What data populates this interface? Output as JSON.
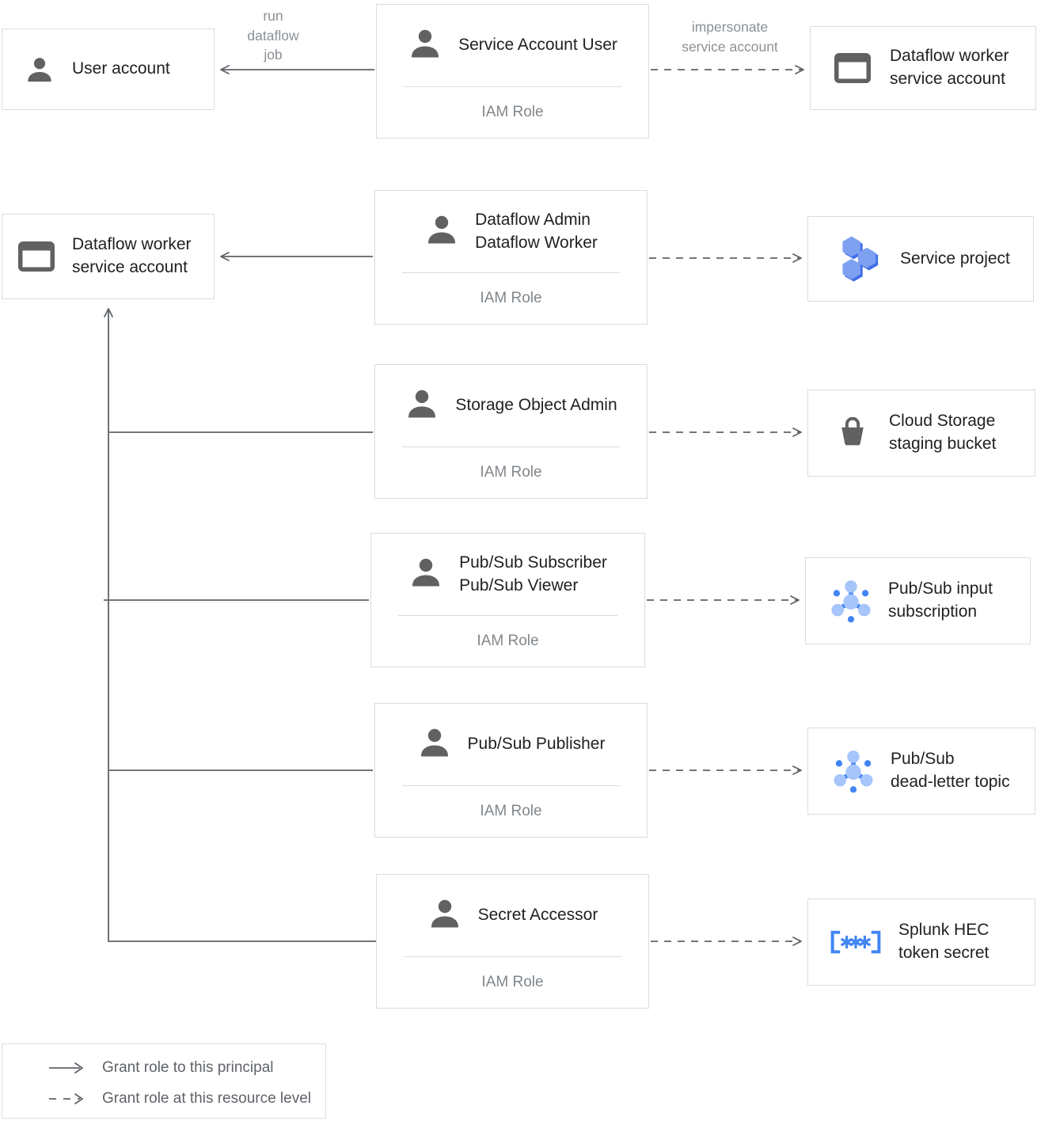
{
  "colors": {
    "border": "#DADCE0",
    "line": "#5F6368",
    "icon_gray": "#616161",
    "text_primary": "#202124",
    "text_secondary": "#80868B",
    "blue": "#4285F4",
    "blue_light": "#A6C5FA",
    "hex_fill": "#7DA1F0",
    "hex_shadow": "#3F6FE8"
  },
  "edges": {
    "run_label": "run\ndataflow\njob",
    "impersonate_label": "impersonate\nservice account"
  },
  "iam_boxes": [
    {
      "title": "Service Account User",
      "role_label": "IAM Role"
    },
    {
      "title": "Dataflow Admin\nDataflow Worker",
      "role_label": "IAM Role"
    },
    {
      "title": "Storage Object Admin",
      "role_label": "IAM Role"
    },
    {
      "title": "Pub/Sub Subscriber\nPub/Sub Viewer",
      "role_label": "IAM Role"
    },
    {
      "title": "Pub/Sub Publisher",
      "role_label": "IAM Role"
    },
    {
      "title": "Secret Accessor",
      "role_label": "IAM Role"
    }
  ],
  "entities": {
    "user_account": "User account",
    "dataflow_worker_sa_top": "Dataflow worker\nservice account",
    "dataflow_worker_sa_left": "Dataflow worker\nservice account",
    "service_project": "Service project",
    "cloud_storage_bucket": "Cloud Storage\nstaging bucket",
    "pubsub_input_subscription": "Pub/Sub input\nsubscription",
    "pubsub_dead_letter_topic": "Pub/Sub\ndead-letter topic",
    "splunk_hec_secret": "Splunk HEC\ntoken secret"
  },
  "legend": {
    "solid_label": "Grant role to this principal",
    "dashed_label": "Grant role at this resource level"
  },
  "icons": {
    "person": "person-icon",
    "service_account_card": "service-account-icon",
    "service_project_hexagons": "hexagon-cluster-icon",
    "storage_bucket": "bucket-icon",
    "pubsub": "pubsub-icon",
    "secret": "secret-brackets-icon",
    "solid_arrow": "solid-arrow-icon",
    "dashed_arrow": "dashed-arrow-icon"
  }
}
